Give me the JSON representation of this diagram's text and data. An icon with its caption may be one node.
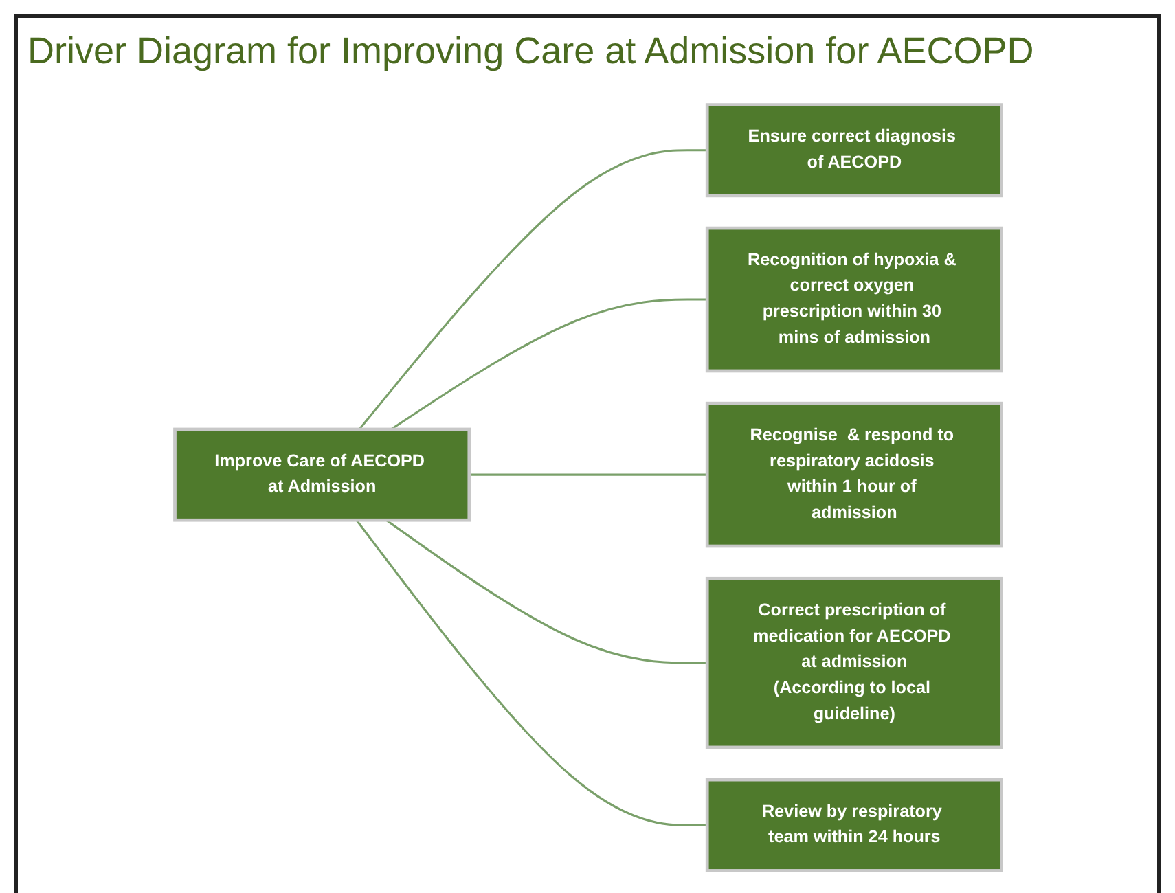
{
  "diagram": {
    "title": "Driver Diagram for Improving Care at Admission for AECOPD",
    "nodes": [
      {
        "text": [
          "Improve Care of AECOPD at Admission"
        ]
      },
      {
        "text": [
          "Ensure correct diagnosis of AECOPD"
        ]
      },
      {
        "text": [
          "Recognition of hypoxia & correct oxygen prescription within 30 mins of admission"
        ]
      },
      {
        "text": [
          "Recognise  & respond to respiratory acidosis within 1 hour of admission"
        ]
      },
      {
        "text": [
          "Correct prescription of medication for AECOPD at admission",
          "(According to local guideline)"
        ]
      },
      {
        "text": [
          "Review by respiratory team within 24 hours"
        ]
      }
    ],
    "edges": [
      {
        "from": 0,
        "to": 1,
        "arrow": "none"
      },
      {
        "from": 0,
        "to": 2,
        "arrow": "none"
      },
      {
        "from": 0,
        "to": 3,
        "arrow": "none"
      },
      {
        "from": 0,
        "to": 4,
        "arrow": "none"
      },
      {
        "from": 0,
        "to": 5,
        "arrow": "none"
      }
    ]
  }
}
